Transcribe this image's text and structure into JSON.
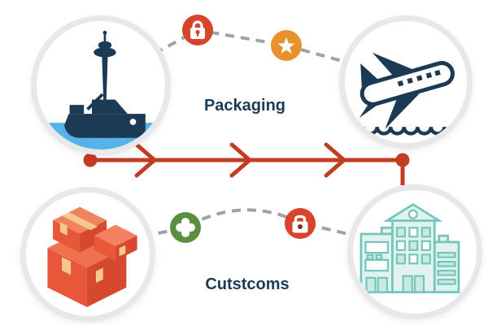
{
  "diagram": {
    "labels": {
      "top_step": "Packaging",
      "bottom_step": "Cutstcoms"
    },
    "nodes": [
      {
        "id": "port-ship",
        "icon": "cargo-ship-icon",
        "position": "top-left"
      },
      {
        "id": "airplane",
        "icon": "airplane-takeoff-icon",
        "position": "top-right"
      },
      {
        "id": "packages",
        "icon": "stacked-boxes-icon",
        "position": "bottom-left"
      },
      {
        "id": "customs-office",
        "icon": "buildings-icon",
        "position": "bottom-right"
      }
    ],
    "badges": [
      {
        "id": "security-top",
        "icon": "padlock-icon",
        "color": "#d8432c"
      },
      {
        "id": "priority",
        "icon": "star-icon",
        "color": "#e8922e"
      },
      {
        "id": "inspection",
        "icon": "clover-cross-icon",
        "color": "#5b8e3e"
      },
      {
        "id": "security-bottom",
        "icon": "padlock-icon",
        "color": "#d8432c"
      }
    ],
    "timeline": {
      "direction": "left-to-right",
      "arrow_count": 3,
      "color": "#c23b22"
    }
  },
  "colors": {
    "background": "#ffffff",
    "navy": "#1d3a55",
    "timeline_red": "#c23b22",
    "badge_red": "#d8432c",
    "badge_orange": "#e8922e",
    "badge_green": "#5b8e3e",
    "dash_gray": "#9aa4aa",
    "circle_border": "#e8e8e8",
    "water_blue": "#55b3e8",
    "box_top": "#f0714e",
    "box_top_light": "#f28160",
    "box_left": "#e8573a",
    "box_right": "#d6492e",
    "box_tape": "#f7c791",
    "teal": "#74c6bb",
    "teal_fill": "#e2f2ee",
    "window_fill": "#c9eae3"
  }
}
